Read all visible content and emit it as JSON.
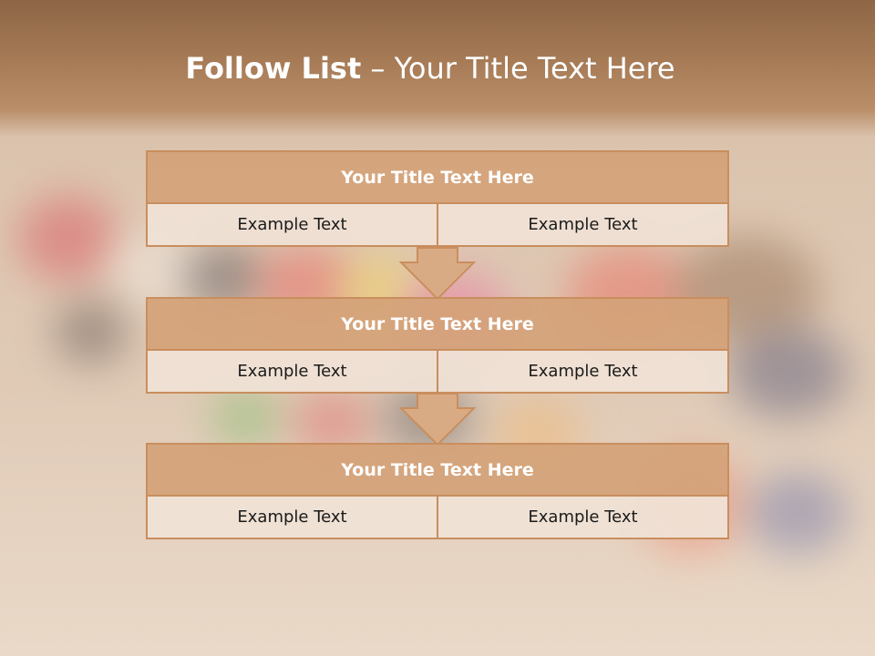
{
  "slide": {
    "title_bold": "Follow List",
    "title_rest": " – Your Title Text Here"
  },
  "cards": [
    {
      "title": "Your Title Text Here",
      "left": "Example Text",
      "right": "Example Text"
    },
    {
      "title": "Your Title Text Here",
      "left": "Example Text",
      "right": "Example Text"
    },
    {
      "title": "Your Title Text Here",
      "left": "Example Text",
      "right": "Example Text"
    }
  ],
  "colors": {
    "accent": "#d4a278",
    "border": "#c98e5e",
    "cell": "#f0e2d6",
    "title_band": "#a67b56"
  }
}
